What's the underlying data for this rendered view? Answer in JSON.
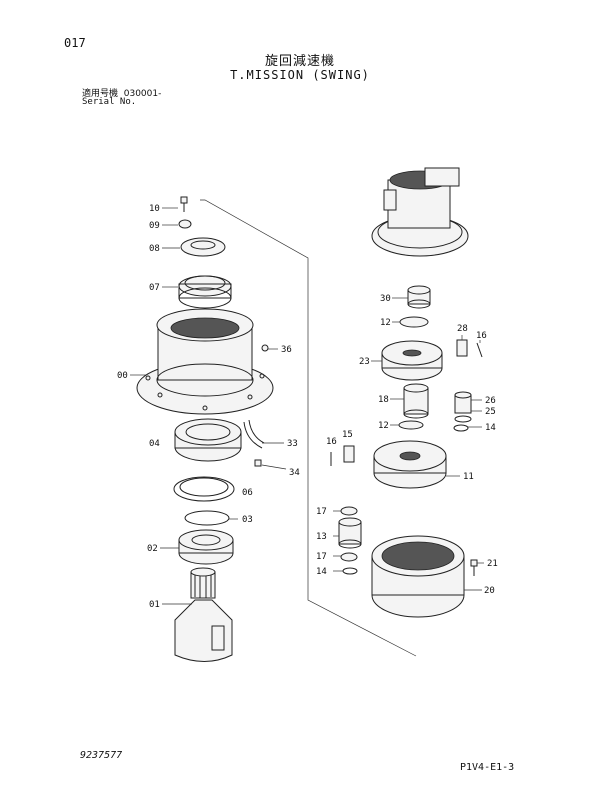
{
  "header": {
    "page_number": "017",
    "title_jp": "旋回減速機",
    "title_en": "T.MISSION (SWING)",
    "serial_label_jp": "適用号機",
    "serial_range": "030001-",
    "serial_label_en": "Serial No."
  },
  "footer": {
    "document_number": "9237577",
    "page_code": "P1V4-E1-3"
  },
  "callouts": {
    "p10": "10",
    "p09": "09",
    "p08": "08",
    "p07": "07",
    "p00": "00",
    "p36": "36",
    "p04": "04",
    "p33": "33",
    "p34": "34",
    "p06": "06",
    "p03": "03",
    "p02": "02",
    "p01": "01",
    "p30": "30",
    "p12a": "12",
    "p28": "28",
    "p16a": "16",
    "p23": "23",
    "p18": "18",
    "p26": "26",
    "p25": "25",
    "p14a": "14",
    "p12b": "12",
    "p16b": "16",
    "p15": "15",
    "p11": "11",
    "p17a": "17",
    "p13": "13",
    "p17b": "17",
    "p14b": "14",
    "p21": "21",
    "p20": "20"
  }
}
